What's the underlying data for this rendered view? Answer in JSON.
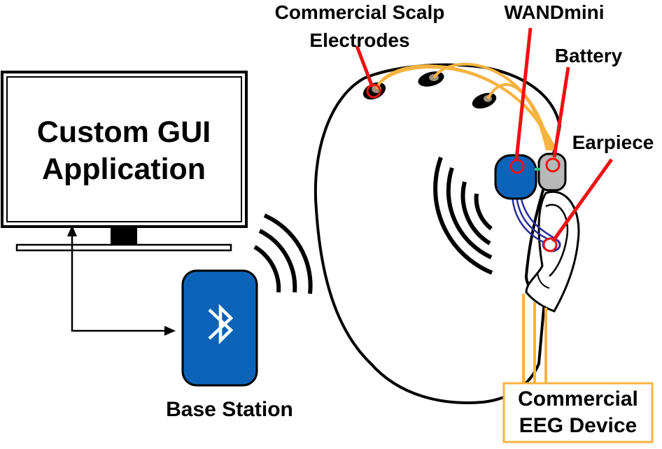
{
  "diagram": {
    "monitor": {
      "line1": "Custom GUI",
      "line2": "Application"
    },
    "base_station_label": "Base Station",
    "labels": {
      "scalp_electrodes_line1": "Commercial Scalp",
      "scalp_electrodes_line2": "Electrodes",
      "wandmini": "WANDmini",
      "battery": "Battery",
      "earpiece": "Earpiece"
    },
    "eeg_device": {
      "line1": "Commercial",
      "line2": "EEG Device"
    },
    "icons": {
      "bluetooth": "bluetooth-icon",
      "wireless": "wireless-signal-icon",
      "monitor": "monitor-icon"
    },
    "colors": {
      "blue": "#0a63b8",
      "orange": "#f5b341",
      "red": "#ee1111",
      "grey": "#b8b8b8",
      "navy": "#2a2f9c"
    }
  }
}
